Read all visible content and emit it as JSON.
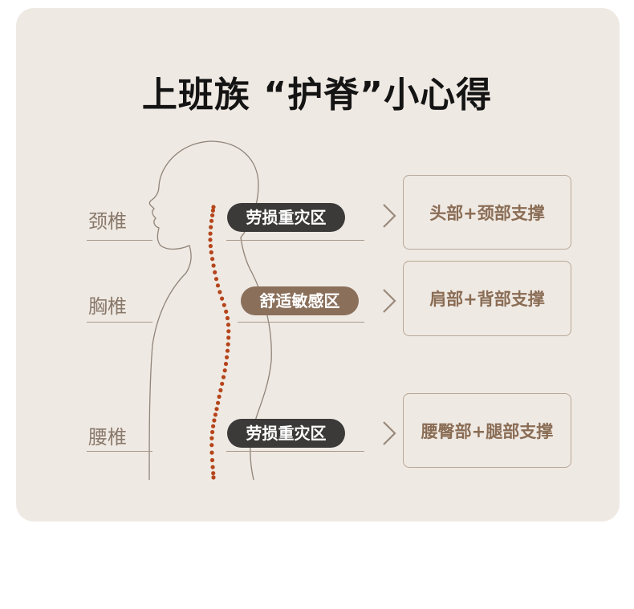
{
  "title": "上班族 “护脊”小心得",
  "rows": [
    {
      "region": "颈椎",
      "zone": "劳损重灾区",
      "support": "头部+颈部支撑"
    },
    {
      "region": "胸椎",
      "zone": "舒适敏感区",
      "support": "肩部+背部支撑"
    },
    {
      "region": "腰椎",
      "zone": "劳损重灾区",
      "support": "腰臀部+腿部支撑"
    }
  ],
  "colors": {
    "card": "#efe9e3",
    "spine_dots": "#b5451b",
    "dark_tag": "#3b3a39",
    "brown_tag": "#8a6f5b"
  },
  "icons": [
    "chevron-right-icon",
    "human-silhouette"
  ]
}
